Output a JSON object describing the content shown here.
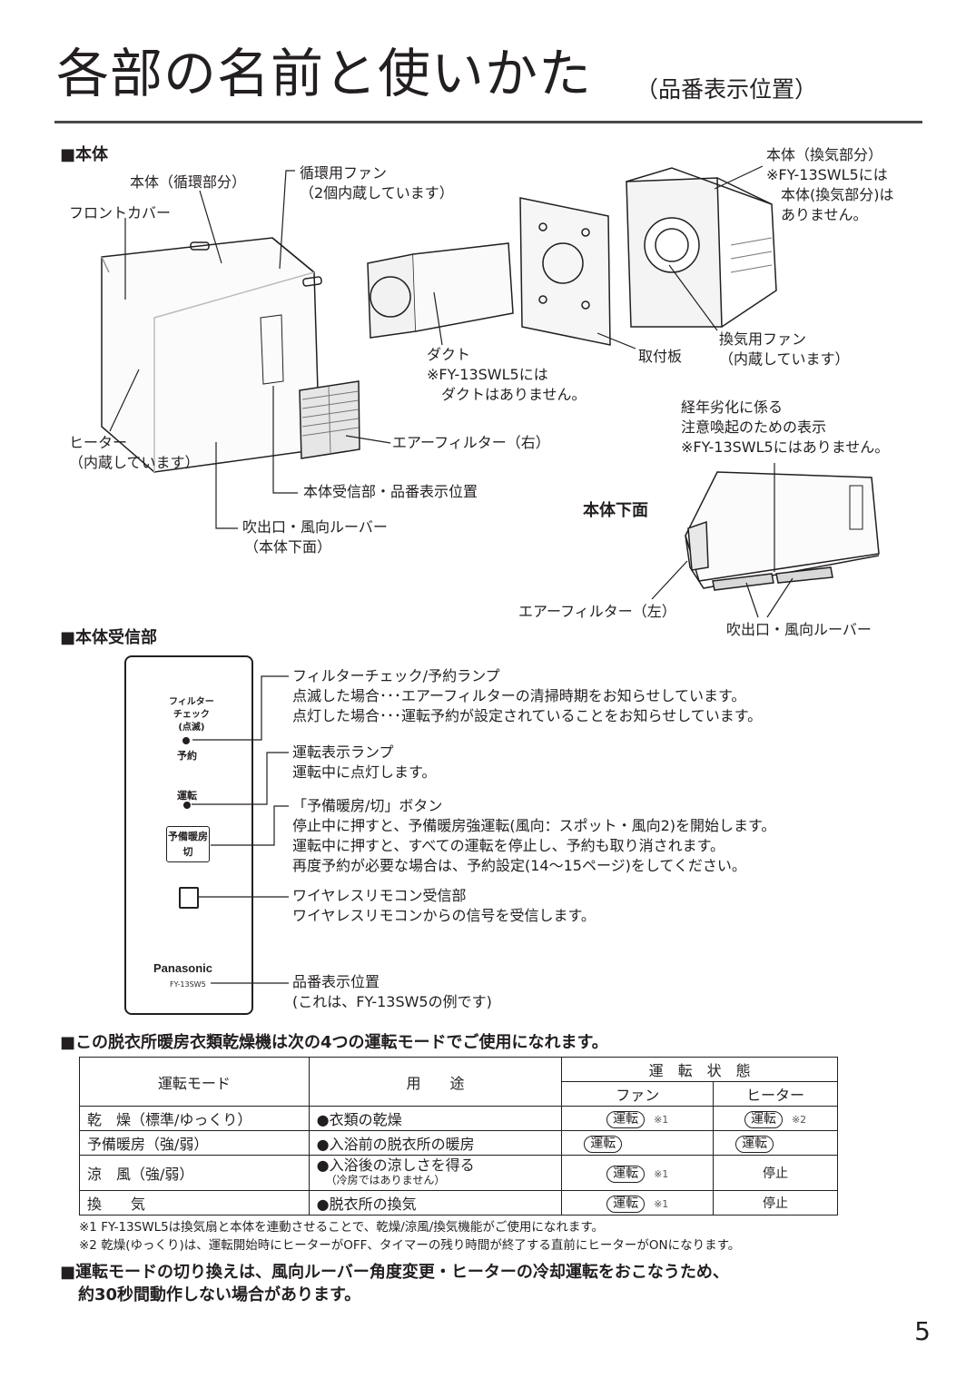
{
  "title": {
    "main": "各部の名前と使いかた",
    "sub": "（品番表示位置）"
  },
  "section_body": "■本体",
  "body_labels": {
    "junkan": "本体（循環部分）",
    "front_cover": "フロントカバー",
    "fan_line1": "循環用ファン",
    "fan_line2": "（2個内蔵しています）",
    "kanki_line1": "本体（換気部分）",
    "kanki_line2": "※FY-13SWL5には",
    "kanki_line3": "本体(換気部分)は",
    "kanki_line4": "ありません。",
    "duct_line1": "ダクト",
    "duct_line2": "※FY-13SWL5には",
    "duct_line3": "ダクトはありません。",
    "toritsuke": "取付板",
    "kanki_fan_line1": "換気用ファン",
    "kanki_fan_line2": "（内蔵しています）",
    "heater_line1": "ヒーター",
    "heater_line2": "（内蔵しています）",
    "filter_right": "エアーフィルター（右）",
    "receiver_label": "本体受信部・品番表示位置",
    "outlet_line1": "吹出口・風向ルーバー",
    "outlet_line2": "（本体下面）",
    "aging_line1": "経年劣化に係る",
    "aging_line2": "注意喚起のための表示",
    "aging_line3": "※FY-13SWL5にはありません。",
    "bottom_view": "本体下面",
    "filter_left": "エアーフィルター（左）",
    "outlet_bottom": "吹出口・風向ルーバー"
  },
  "section_receiver": "■本体受信部",
  "panel": {
    "filter_check_1": "フィルター",
    "filter_check_2": "チェック",
    "filter_check_3": "(点滅)",
    "yoyaku": "予約",
    "unten": "運転",
    "btn_line1": "予備暖房",
    "btn_line2": "切",
    "brand": "Panasonic",
    "model": "FY-13SW5"
  },
  "receiver_desc": {
    "lamp_title": "フィルターチェック/予約ランプ",
    "lamp_d1": "点滅した場合･･･エアーフィルターの清掃時期をお知らせしています。",
    "lamp_d2": "点灯した場合･･･運転予約が設定されていることをお知らせしています。",
    "run_title": "運転表示ランプ",
    "run_d1": "運転中に点灯します。",
    "btn_title": "「予備暖房/切」ボタン",
    "btn_d1": "停止中に押すと、予備暖房強運転(風向：スポット・風向2)を開始します。",
    "btn_d2": "運転中に押すと、すべての運転を停止し、予約も取り消されます。",
    "btn_d3": "再度予約が必要な場合は、予約設定(14～15ページ)をしてください。",
    "rx_title": "ワイヤレスリモコン受信部",
    "rx_d1": "ワイヤレスリモコンからの信号を受信します。",
    "model_title": "品番表示位置",
    "model_d1": "(これは、FY-13SW5の例です)"
  },
  "modes_heading": "■この脱衣所暖房衣類乾燥機は次の4つの運転モードでご使用になれます。",
  "table": {
    "h_mode": "運転モード",
    "h_use": "用　　途",
    "h_state": "運　転　状　態",
    "h_fan": "ファン",
    "h_heater": "ヒーター",
    "rows": [
      {
        "mode": "乾　燥（標準/ゆっくり）",
        "use": "●衣類の乾燥",
        "use_note": "",
        "fan": "運転",
        "fan_note": "※1",
        "heater": "運転",
        "heater_note": "※2"
      },
      {
        "mode": "予備暖房（強/弱）",
        "use": "●入浴前の脱衣所の暖房",
        "use_note": "",
        "fan": "運転",
        "fan_note": "",
        "heater": "運転",
        "heater_note": ""
      },
      {
        "mode": "涼　風（強/弱）",
        "use": "●入浴後の涼しさを得る",
        "use_note": "（冷房ではありません）",
        "fan": "運転",
        "fan_note": "※1",
        "heater": "停止",
        "heater_note": ""
      },
      {
        "mode": "換　　気",
        "use": "●脱衣所の換気",
        "use_note": "",
        "fan": "運転",
        "fan_note": "※1",
        "heater": "停止",
        "heater_note": ""
      }
    ]
  },
  "footnotes": {
    "n1": "※1 FY-13SWL5は換気扇と本体を連動させることで、乾燥/涼風/換気機能がご使用になれます。",
    "n2": "※2 乾燥(ゆっくり)は、運転開始時にヒーターがOFF、タイマーの残り時間が終了する直前にヒーターがONになります。"
  },
  "bottom_note": {
    "line1": "■運転モードの切り換えは、風向ルーバー角度変更・ヒーターの冷却運転をおこなうため、",
    "line2": "約30秒間動作しない場合があります。"
  },
  "page_number": "5"
}
